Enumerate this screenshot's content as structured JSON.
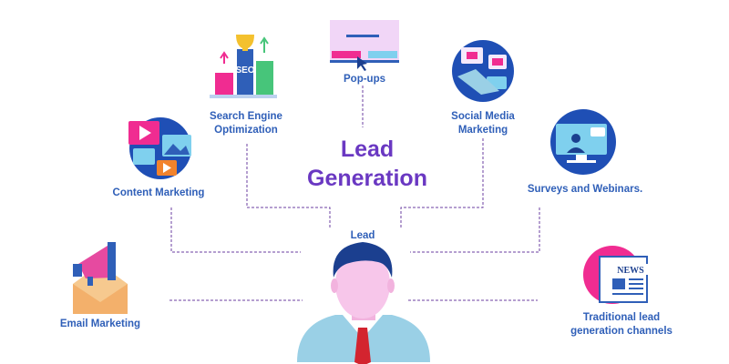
{
  "title": {
    "line1": "Lead",
    "line2": "Generation"
  },
  "center_label": "Lead",
  "channels": [
    {
      "id": "email",
      "label": "Email Marketing"
    },
    {
      "id": "content",
      "label": "Content Marketing"
    },
    {
      "id": "seo",
      "label": "Search Engine\nOptimization"
    },
    {
      "id": "popups",
      "label": "Pop-ups"
    },
    {
      "id": "social",
      "label": "Social Media\nMarketing"
    },
    {
      "id": "surveys",
      "label": "Surveys and Webinars."
    },
    {
      "id": "traditional",
      "label": "Traditional lead\ngeneration channels"
    }
  ],
  "icon_texts": {
    "seo": "SEO",
    "news": "NEWS"
  },
  "colors": {
    "label_text": "#2f5fb8",
    "title_text": "#6a38c2",
    "connector": "#6b3fa0",
    "skin": "#f7c6ea",
    "hair": "#1b3f8f",
    "shirt": "#9ad0e6",
    "tie": "#d3242f",
    "circle_blue": "#1f4fb5",
    "circle_pink": "#f02c91"
  }
}
